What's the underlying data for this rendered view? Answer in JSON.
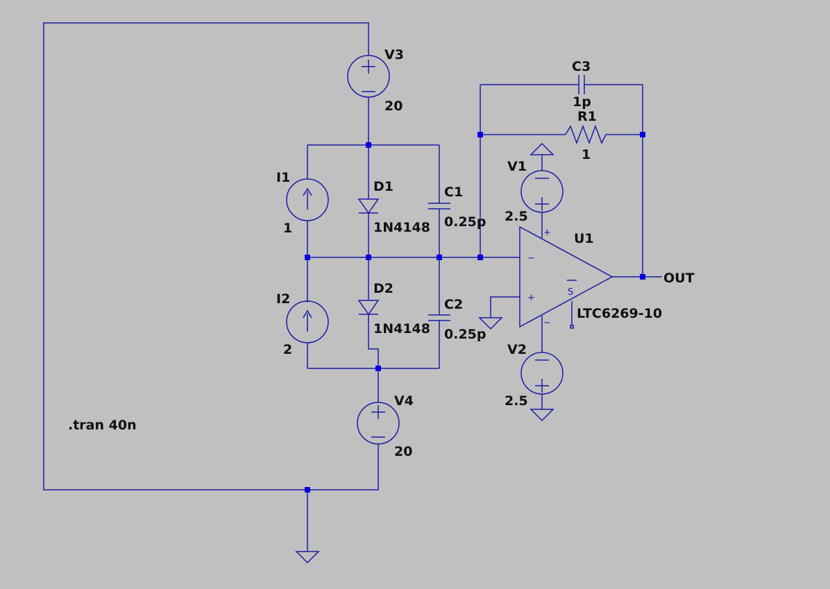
{
  "colors": {
    "background": "#c0c0c0",
    "wire": "#1a1aa6",
    "junction": "#0000e0",
    "text": "#101010"
  },
  "components": {
    "V3": {
      "name": "V3",
      "value": "20"
    },
    "V4": {
      "name": "V4",
      "value": "20"
    },
    "V1": {
      "name": "V1",
      "value": "2.5"
    },
    "V2": {
      "name": "V2",
      "value": "2.5"
    },
    "I1": {
      "name": "I1",
      "value": "1"
    },
    "I2": {
      "name": "I2",
      "value": "2"
    },
    "D1": {
      "name": "D1",
      "value": "1N4148"
    },
    "D2": {
      "name": "D2",
      "value": "1N4148"
    },
    "C1": {
      "name": "C1",
      "value": "0.25p"
    },
    "C2": {
      "name": "C2",
      "value": "0.25p"
    },
    "C3": {
      "name": "C3",
      "value": "1p"
    },
    "R1": {
      "name": "R1",
      "value": "1"
    },
    "U1": {
      "name": "U1",
      "value": "LTC6269-10"
    }
  },
  "net_labels": {
    "out": "OUT"
  },
  "directives": {
    "tran": ".tran 40n"
  },
  "opamp_pins": {
    "plus": "+",
    "minus": "−",
    "shutdown": "S"
  }
}
